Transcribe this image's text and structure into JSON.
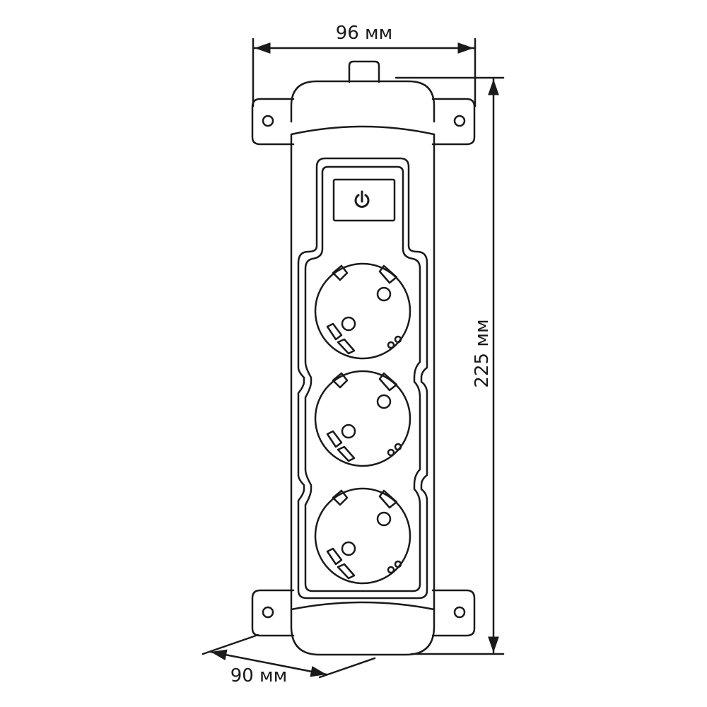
{
  "dimensions": {
    "width_label": "96 мм",
    "height_label": "225 мм",
    "depth_label": "90 мм"
  },
  "device": {
    "socket_count": 3,
    "switch_icon": "power-icon",
    "mount_hole_icon": "mount-hole-icon"
  },
  "colors": {
    "line": "#1a1a1a",
    "background": "#ffffff"
  }
}
